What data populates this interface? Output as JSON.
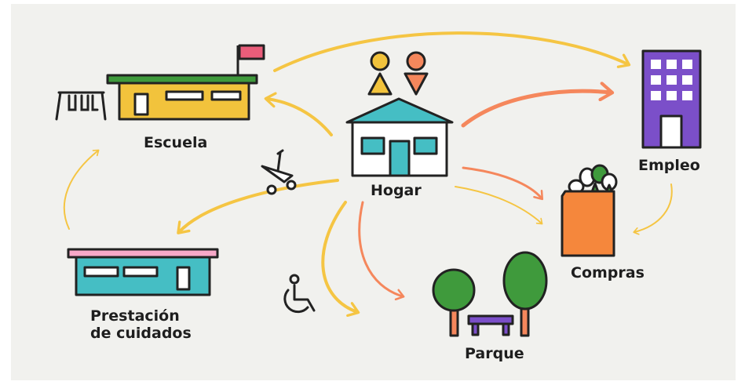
{
  "nodes": {
    "school": {
      "label": "Escuela"
    },
    "home": {
      "label": "Hogar"
    },
    "employment": {
      "label": "Empleo"
    },
    "shopping": {
      "label": "Compras"
    },
    "park": {
      "label": "Parque"
    },
    "care": {
      "label_line1": "Prestación",
      "label_line2": "de cuidados"
    }
  },
  "colors": {
    "background": "#f1f1ee",
    "arrow_yellow": "#f5c543",
    "arrow_orange": "#f5875c",
    "outline": "#222222",
    "school_wall": "#f2c33c",
    "school_roof": "#3f9a3c",
    "flag": "#ea5d7a",
    "home_wall": "#ffffff",
    "home_roof": "#45bec4",
    "person_left": "#f2c33c",
    "person_right": "#f5875c",
    "office": "#7b4fc9",
    "shopping_bag": "#f5873c",
    "tree": "#3f9a3c",
    "bench": "#7b4fc9",
    "care_wall": "#45bec4",
    "care_roof": "#f7a8c8"
  }
}
